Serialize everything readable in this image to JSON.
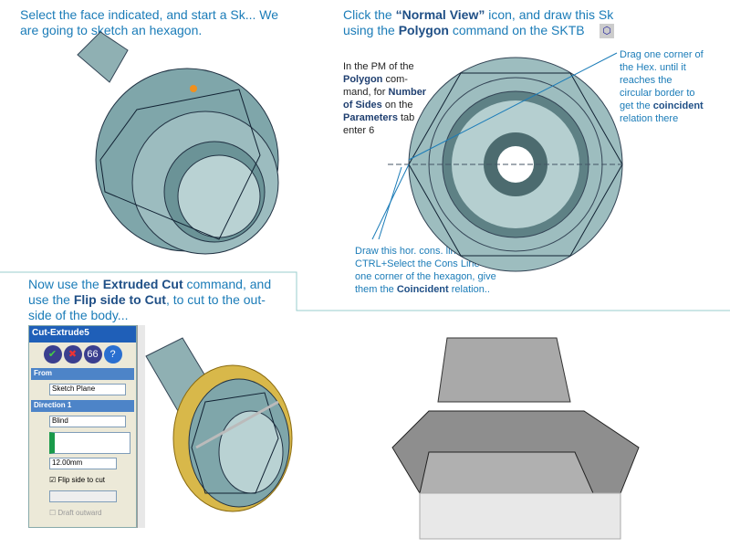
{
  "step1": {
    "line1": "Select the face indicated, and start a Sk... We",
    "line2": "are going to sketch an hexagon."
  },
  "step2": {
    "pre": "Click the ",
    "bold1": "“Normal View”",
    "mid": " icon, and draw this Sk",
    "line2pre": "using the ",
    "bold2": "Polygon",
    "line2post": " command on the SKTB"
  },
  "note_pm": {
    "a": "In the PM of the",
    "b": "Polygon",
    "c": " com-",
    "d": "mand, for ",
    "e": "Number",
    "f": "of Sides",
    "g": " on the",
    "h": "Parameters",
    "i": " tab",
    "j": "enter 6"
  },
  "note_drag": {
    "a": "Drag one corner of",
    "b": "the Hex. until it",
    "c": "reaches the",
    "d": "circular border to",
    "e": "get the ",
    "f": "coincident",
    "g": "relation there"
  },
  "note_draw": {
    "a": "Draw this hor. cons. line",
    "b": "CTRL+Select the Cons Line and",
    "c": "one corner of the hexagon, give",
    "d": "them the ",
    "e": "Coincident",
    "f": " relation.."
  },
  "step3": {
    "a": "Now use the ",
    "b": "Extruded Cut",
    "c": " command, and",
    "d": "use the ",
    "e": "Flip side to Cut",
    "f": ", to cut to the out-",
    "g": "side of the body..."
  },
  "property_manager": {
    "title": "Cut-Extrude5",
    "from_label": "From",
    "from_value": "Sketch Plane",
    "direction_label": "Direction 1",
    "end_condition": "Blind",
    "depth": "12.00mm",
    "flip_label": "Flip side to cut",
    "flip_checked": true,
    "draft_label": "Draft outward",
    "buttons": {
      "ok": "✔",
      "cancel": "✖",
      "preview": "66",
      "help": "?"
    }
  },
  "colors": {
    "text": "#1b7cb8",
    "part": "#7fa6aa",
    "pm_header": "#1f5fb8"
  }
}
